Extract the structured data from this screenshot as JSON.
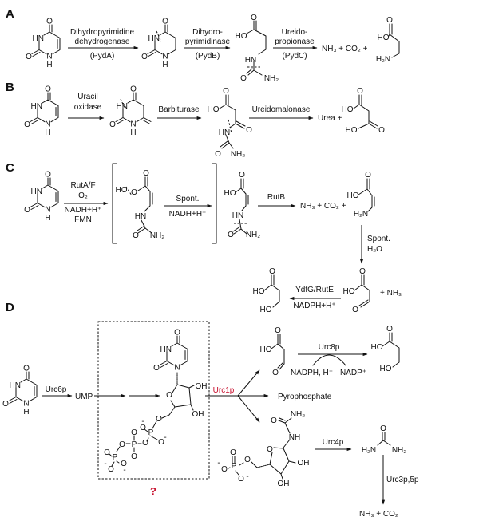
{
  "panels": {
    "a": "A",
    "b": "B",
    "c": "C",
    "d": "D"
  },
  "atoms": {
    "O": "O",
    "HN": "HN",
    "N": "N",
    "H": "H",
    "HO": "HO",
    "OH": "OH",
    "NH": "NH",
    "NH2": "NH₂",
    "H2N": "H₂N",
    "P": "P",
    "minus": "-"
  },
  "panel_a": {
    "step1": [
      "Dihydropyrimidine",
      "dehydrogenase",
      "(PydA)"
    ],
    "step2": [
      "Dihydro-",
      "pyrimidinase",
      "(PydB)"
    ],
    "step3": [
      "Ureido-",
      "propionase",
      "(PydC)"
    ],
    "products": "NH₃ + CO₂ +"
  },
  "panel_b": {
    "step1": [
      "Uracil",
      "oxidase"
    ],
    "step2": "Barbiturase",
    "step3": "Ureidomalonase",
    "products": "Urea +"
  },
  "panel_c": {
    "step1": [
      "RutA/F",
      "O₂",
      "NADH+H⁺",
      "FMN"
    ],
    "step2": [
      "Spont.",
      "NADH+H⁺"
    ],
    "step3": "RutB",
    "products": "NH₃ + CO₂ +",
    "step4": [
      "Spont.",
      "H₂O"
    ],
    "byproduct": "+ NH₃",
    "step5": [
      "YdfG/RutE",
      "NADPH+H⁺"
    ]
  },
  "panel_d": {
    "step1": "Urc6p",
    "intermediate": "UMP",
    "step2": "Urc1p",
    "pyrophosphate": "Pyrophosphate",
    "step3": "Urc8p",
    "cofactor_in": "NADPH, H⁺",
    "cofactor_out": "NADP⁺",
    "step4": "Urc4p",
    "step5": "Urc3p,5p",
    "final_products": "NH₃  +  CO₂",
    "unknown_marker": "?"
  },
  "colors": {
    "highlight": "#c8102e",
    "ink": "#111111"
  }
}
